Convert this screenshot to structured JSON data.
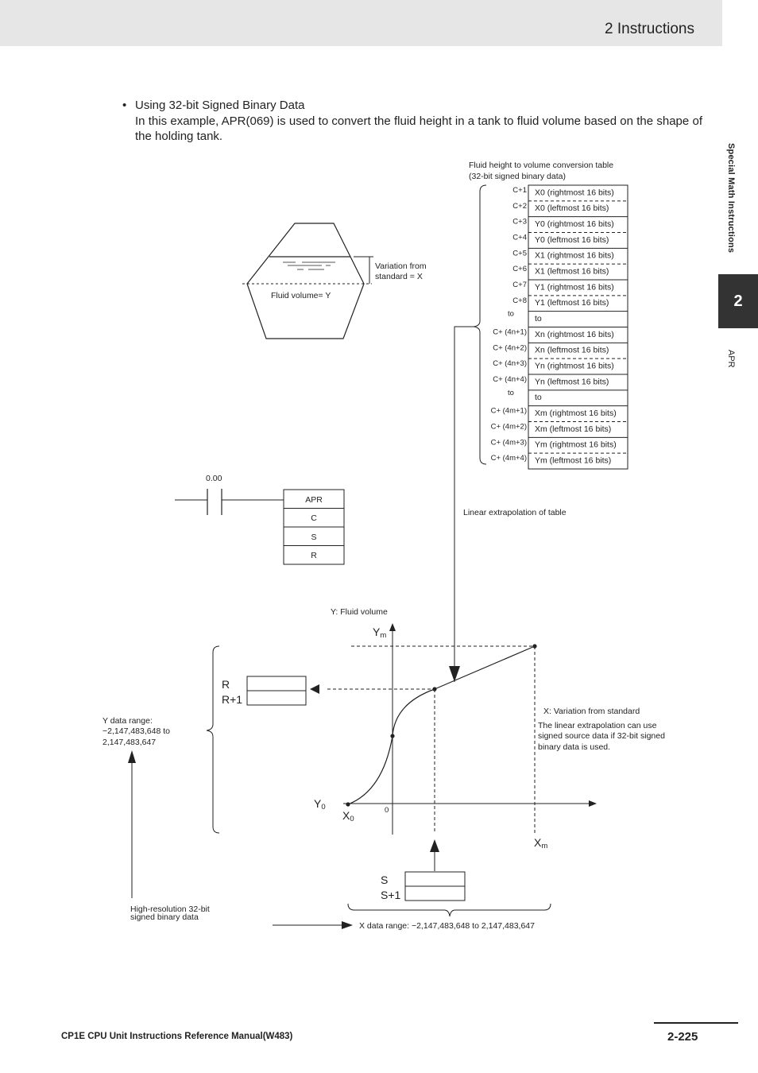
{
  "header": {
    "section": "2   Instructions"
  },
  "side": {
    "label": "Special Math Instructions",
    "tab": "2",
    "sub": "APR"
  },
  "intro": {
    "bullet": "•",
    "line1": "Using 32-bit Signed Binary Data",
    "line2": "In this example, APR(069) is used to convert the fluid height in a tank to fluid volume based on the shape of the holding tank."
  },
  "table": {
    "title1": "Fluid height to volume conversion table",
    "title2": "(32-bit signed binary data)",
    "rows": [
      {
        "addr": "C+1",
        "text": "X0 (rightmost 16 bits)"
      },
      {
        "addr": "C+2",
        "text": "X0 (leftmost 16 bits)"
      },
      {
        "addr": "C+3",
        "text": "Y0 (rightmost 16 bits)"
      },
      {
        "addr": "C+4",
        "text": "Y0 (leftmost 16 bits)"
      },
      {
        "addr": "C+5",
        "text": "X1 (rightmost 16 bits)"
      },
      {
        "addr": "C+6",
        "text": "X1 (leftmost 16 bits)"
      },
      {
        "addr": "C+7",
        "text": "Y1 (rightmost 16 bits)"
      },
      {
        "addr": "C+8",
        "text": "Y1 (leftmost 16 bits)"
      },
      {
        "addr": "to",
        "text": "to"
      },
      {
        "addr": "C+ (4n+1)",
        "text": "Xn (rightmost 16 bits)"
      },
      {
        "addr": "C+ (4n+2)",
        "text": "Xn (leftmost 16 bits)"
      },
      {
        "addr": "C+ (4n+3)",
        "text": "Yn (rightmost 16 bits)"
      },
      {
        "addr": "C+ (4n+4)",
        "text": "Yn (leftmost 16 bits)"
      },
      {
        "addr": "to",
        "text": "to"
      },
      {
        "addr": "C+ (4m+1)",
        "text": "Xm (rightmost 16 bits)"
      },
      {
        "addr": "C+ (4m+2)",
        "text": "Xm (leftmost 16 bits)"
      },
      {
        "addr": "C+ (4m+3)",
        "text": "Ym (rightmost 16 bits)"
      },
      {
        "addr": "C+ (4m+4)",
        "text": "Ym (leftmost 16 bits)"
      }
    ]
  },
  "tank": {
    "variation1": "Variation from",
    "variation2": "standard = X",
    "volume": "Fluid volume= Y"
  },
  "ladder": {
    "contact": "0.00",
    "instr": [
      "APR",
      "C",
      "S",
      "R"
    ]
  },
  "graph": {
    "extrap": "Linear extrapolation of table",
    "y_axis": "Y: Fluid volume",
    "ym": "Y",
    "ym_sub": "m",
    "y0": "Y",
    "y0_sub": "0",
    "x0": "X",
    "x0_sub": "0",
    "xm": "X",
    "xm_sub": "m",
    "zero": "0",
    "r": "R",
    "r1": "R+1",
    "s": "S",
    "s1": "S+1",
    "xvar": "X: Variation from standard",
    "note1": "The linear extrapolation can use",
    "note2": "signed source data if 32-bit signed",
    "note3": "binary data is used.",
    "yrange1": "Y data range:",
    "yrange2": "−2,147,483,648 to",
    "yrange3": "2,147,483,647",
    "hires1": "High-resolution 32-bit",
    "hires2": "signed binary data",
    "xrange": "X data range: −2,147,483,648 to 2,147,483,647"
  },
  "footer": {
    "manual": "CP1E CPU Unit Instructions Reference Manual(W483)",
    "page": "2-225"
  }
}
